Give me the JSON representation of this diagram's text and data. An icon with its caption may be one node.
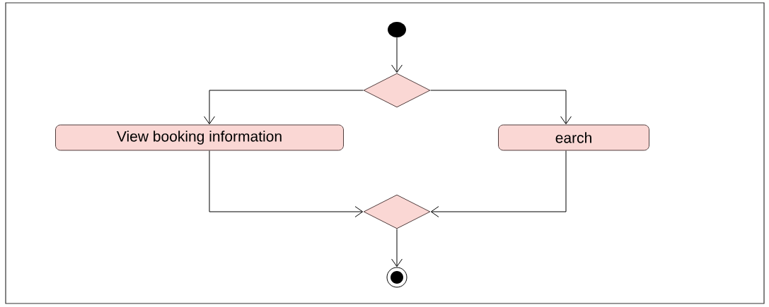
{
  "diagram": {
    "nodes": [
      {
        "text": [],
        "shape": "circle"
      },
      {
        "text": [],
        "shape": "diamond"
      },
      {
        "text": [
          "View booking information"
        ]
      },
      {
        "text": [
          "earch"
        ]
      },
      {
        "text": [],
        "shape": "diamond"
      },
      {
        "text": [],
        "shape": "circle"
      }
    ],
    "edges": [
      {
        "from": 0,
        "to": 1,
        "arrow": "to"
      },
      {
        "from": 1,
        "to": 2,
        "arrow": "to"
      },
      {
        "from": 1,
        "to": 3,
        "arrow": "to"
      },
      {
        "from": 2,
        "to": 4,
        "arrow": "to"
      },
      {
        "from": 3,
        "to": 4,
        "arrow": "to"
      },
      {
        "from": 4,
        "to": 5,
        "arrow": "to"
      }
    ]
  }
}
